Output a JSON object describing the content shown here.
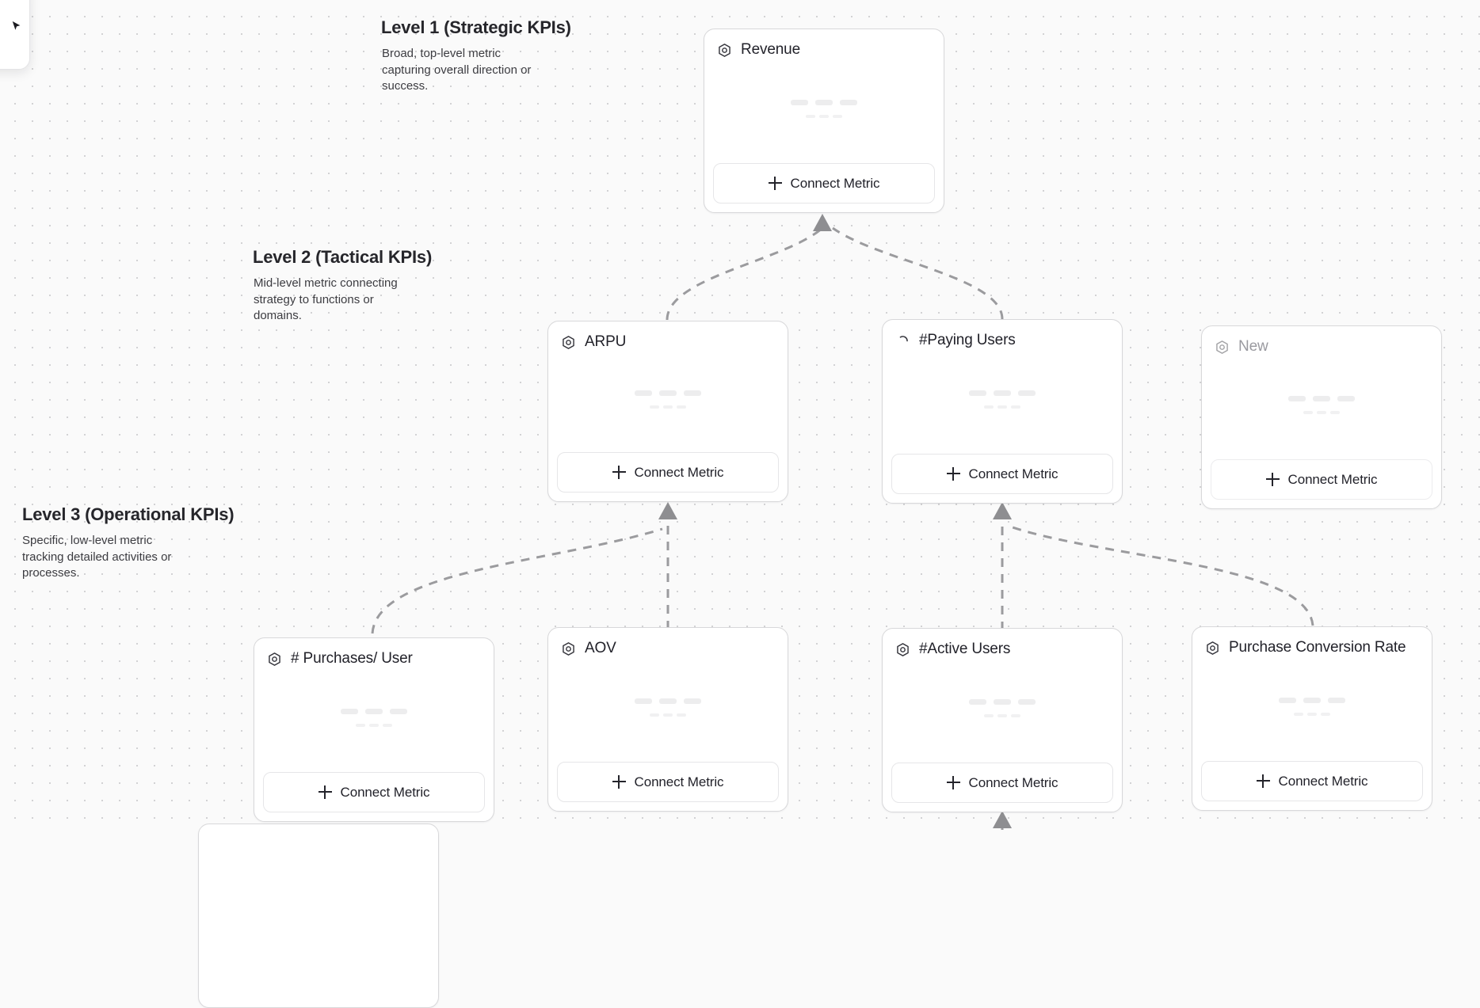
{
  "canvas": {
    "background_color": "#fafafa",
    "dot_color": "#d2d2d4",
    "edge_color": "#9b9b9e"
  },
  "corner_panel": {
    "glyph": "cursor-arrow-icon"
  },
  "levels": [
    {
      "id": "level-1",
      "title": "Level 1 (Strategic KPIs)",
      "description": "Broad, top-level metric capturing overall direction or success."
    },
    {
      "id": "level-2",
      "title": "Level 2 (Tactical KPIs)",
      "description": "Mid-level metric connecting strategy to functions or domains."
    },
    {
      "id": "level-3",
      "title": "Level 3 (Operational KPIs)",
      "description": "Specific, low-level metric tracking detailed activities or processes."
    }
  ],
  "cards": {
    "revenue": {
      "title": "Revenue",
      "icon": "hexagon-target-icon",
      "button_label": "Connect Metric",
      "state": "normal"
    },
    "arpu": {
      "title": "ARPU",
      "icon": "hexagon-target-icon",
      "button_label": "Connect Metric",
      "state": "normal"
    },
    "paying_users": {
      "title": "#Paying Users",
      "icon": "loading-spinner-icon",
      "button_label": "Connect Metric",
      "state": "loading"
    },
    "new": {
      "title": "New",
      "icon": "hexagon-target-icon",
      "button_label": "Connect Metric",
      "state": "dimmed"
    },
    "purchases_per_user": {
      "title": "# Purchases/ User",
      "icon": "hexagon-target-icon",
      "button_label": "Connect Metric",
      "state": "normal"
    },
    "aov": {
      "title": "AOV",
      "icon": "hexagon-target-icon",
      "button_label": "Connect Metric",
      "state": "normal"
    },
    "active_users": {
      "title": "#Active Users",
      "icon": "hexagon-target-icon",
      "button_label": "Connect Metric",
      "state": "normal"
    },
    "purchase_conv_rate": {
      "title": "Purchase Conversion Rate",
      "icon": "hexagon-target-icon",
      "button_label": "Connect Metric",
      "state": "normal"
    }
  }
}
